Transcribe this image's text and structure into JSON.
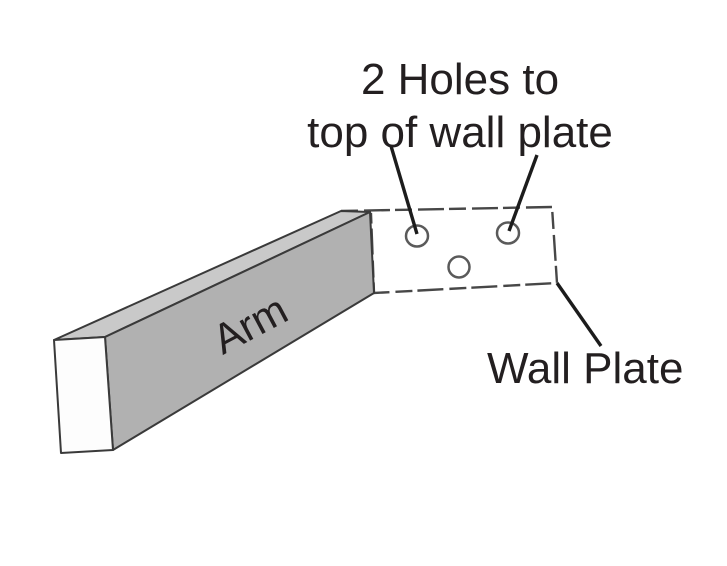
{
  "diagram": {
    "subject": "bracket-assembly",
    "annotation": {
      "holes_note_line1": "2 Holes to",
      "holes_note_line2": "top of wall plate"
    },
    "part_labels": {
      "arm": "Arm",
      "wall_plate": "Wall Plate"
    },
    "holes": {
      "count_shown": 3,
      "count_called_out": 2
    },
    "colors": {
      "background": "#ffffff",
      "arm_front_face": "#b1b1b1",
      "arm_top_face": "#c9c9c9",
      "arm_end_face": "#fdfdfd",
      "plate_fill": "#ffffff",
      "outline": "#3a3a3a",
      "plate_outline": "#474747",
      "hole_outline": "#5a5a5a",
      "leader_line": "#1c1c1c",
      "text": "#231f20"
    }
  }
}
